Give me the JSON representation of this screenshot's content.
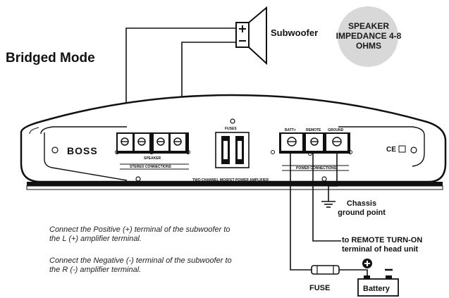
{
  "diagram": {
    "mode_title": "Bridged Mode",
    "subwoofer_label": "Subwoofer",
    "speaker_impedance": "SPEAKER IMPEDANCE 4-8 OHMS",
    "amplifier": {
      "brand": "BOSS",
      "fuses_label": "FUSES",
      "terminal_labels": [
        "BATT+",
        "REMOTE",
        "GROUND"
      ],
      "speaker_section_label": "SPEAKER",
      "speaker_sub_label": "STEREO CONNECTIONS",
      "power_section_label": "POWER CONNECTIONS",
      "model_description": "TWO CHANNEL MOSFET POWER AMPLIFIER",
      "cert_mark": "CE"
    },
    "chassis_ground": "Chassis ground point",
    "remote_turn_on": "to REMOTE TURN-ON terminal of head unit",
    "fuse_label": "FUSE",
    "battery_label": "Battery",
    "instructions": [
      "Connect the Positive (+) terminal of the subwoofer to the L (+) amplifier terminal.",
      "Connect the Negative (-) terminal of the subwoofer to the R (-) amplifier terminal."
    ]
  }
}
